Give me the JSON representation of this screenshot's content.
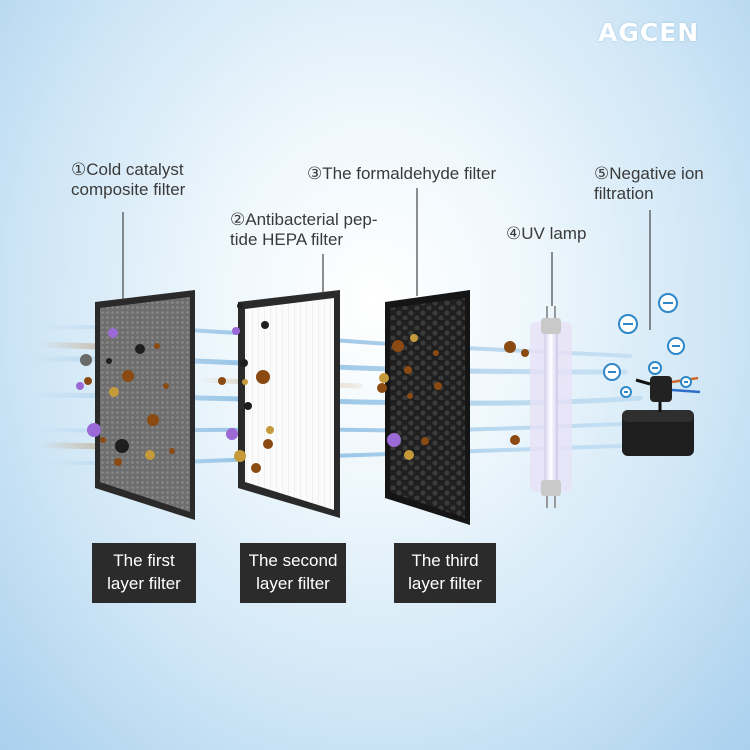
{
  "brand": {
    "logo_text": "AGCEN"
  },
  "stages": [
    {
      "label": "①Cold catalyst\ncomposite filter",
      "caption_lines": [
        "The first",
        "layer filter"
      ]
    },
    {
      "label": "②Antibacterial pep-\ntide HEPA filter",
      "caption_lines": [
        "The second",
        "layer filter"
      ]
    },
    {
      "label": "③The formaldehyde filter",
      "caption_lines": [
        "The third",
        "layer filter"
      ]
    },
    {
      "label": "④UV lamp"
    },
    {
      "label": "⑤Negative ion\nfiltration"
    }
  ],
  "icons": {
    "ion": "negative-ion-icon",
    "generator": "ion-generator-icon",
    "lamp": "uv-lamp-icon"
  },
  "colors": {
    "frame": "#2b2b2b",
    "caption_bg": "#2b2b2b",
    "ion_blue": "#2d87c8",
    "particle_brown": "#8b4a12",
    "particle_purple": "#9b6ad6"
  }
}
